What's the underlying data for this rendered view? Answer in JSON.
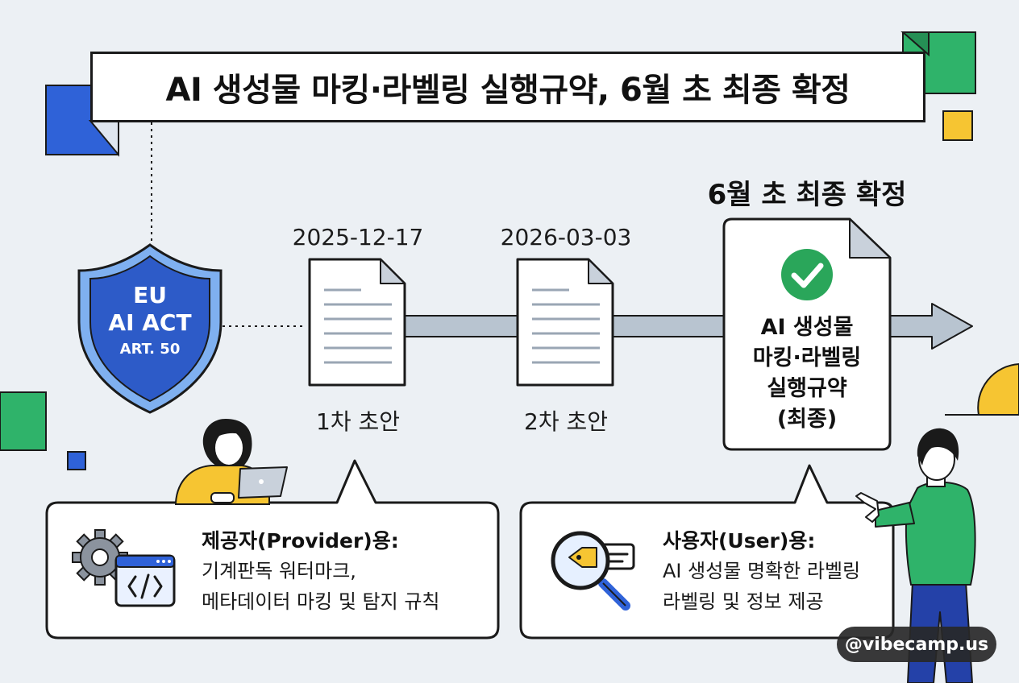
{
  "title": "AI 생성물 마킹·라벨링 실행규약, 6월 초 최종 확정",
  "shield": {
    "line1": "EU",
    "line2": "AI ACT",
    "line3": "ART. 50"
  },
  "timeline": {
    "draft1": {
      "date": "2025-12-17",
      "label": "1차 초안"
    },
    "draft2": {
      "date": "2026-03-03",
      "label": "2차 초안"
    },
    "final": {
      "heading": "6월 초 최종 확정",
      "doc_lines": [
        "AI 생성물",
        "마킹·라벨링",
        "실행규약",
        "(최종)"
      ]
    }
  },
  "provider_card": {
    "title": "제공자(Provider)용:",
    "lines": [
      "기계판독 워터마크,",
      "메타데이터 마킹 및 탐지 규칙"
    ]
  },
  "user_card": {
    "title": "사용자(User)용:",
    "lines": [
      "AI 생성물 명확한 라벨링",
      "라벨링 및 정보 제공"
    ]
  },
  "watermark": "@vibecamp.us",
  "colors": {
    "background": "#ecf0f4",
    "blue": "#2f62d8",
    "green": "#2fb36a",
    "yellow": "#f6c532",
    "arrow": "#b8c4d0",
    "shield_fill": "#2d5bc8",
    "check_green": "#2aa65a"
  },
  "icons": {
    "shield": "shield-icon",
    "document": "document-icon",
    "check": "check-circle-icon",
    "gear_code": "gear-code-icon",
    "magnifier_tag": "magnifier-tag-icon",
    "person_laptop": "person-laptop-illustration",
    "person_pointing": "person-pointing-illustration"
  }
}
